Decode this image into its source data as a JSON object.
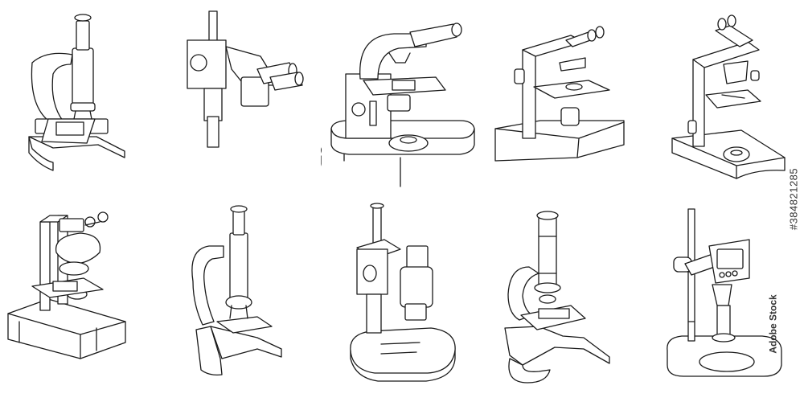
{
  "stock": {
    "image_id": "#384821285",
    "brand": "Adobe Stock",
    "accent_color": "#1a1a1a",
    "background_color": "#ffffff"
  },
  "icons": [
    {
      "name": "microscope-icon-1"
    },
    {
      "name": "microscope-icon-2"
    },
    {
      "name": "microscope-icon-3"
    },
    {
      "name": "microscope-icon-4"
    },
    {
      "name": "microscope-icon-5"
    },
    {
      "name": "microscope-icon-6"
    },
    {
      "name": "microscope-icon-7"
    },
    {
      "name": "microscope-icon-8"
    },
    {
      "name": "microscope-icon-9"
    },
    {
      "name": "microscope-icon-10"
    }
  ]
}
